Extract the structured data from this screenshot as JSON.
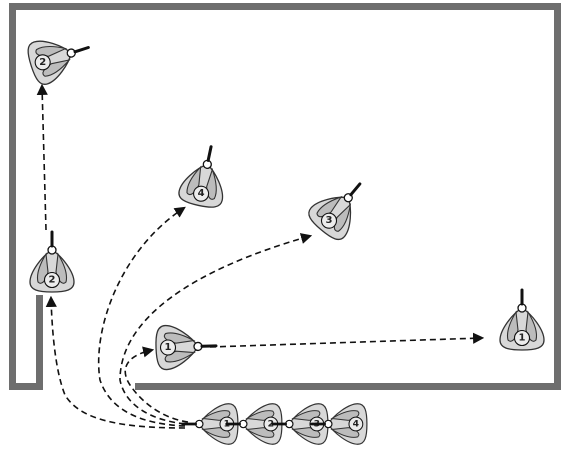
{
  "walls_color": "#6e6e6e",
  "figures": [
    {
      "id": "f2-top",
      "label": "2"
    },
    {
      "id": "f4-mid",
      "label": "4"
    },
    {
      "id": "f3-mid",
      "label": "3"
    },
    {
      "id": "f2-left",
      "label": "2"
    },
    {
      "id": "f1-center",
      "label": "1"
    },
    {
      "id": "f1-right",
      "label": "1"
    },
    {
      "id": "queue-1",
      "label": "1"
    },
    {
      "id": "queue-2",
      "label": "2"
    },
    {
      "id": "queue-3",
      "label": "3"
    },
    {
      "id": "queue-4",
      "label": "4"
    }
  ]
}
